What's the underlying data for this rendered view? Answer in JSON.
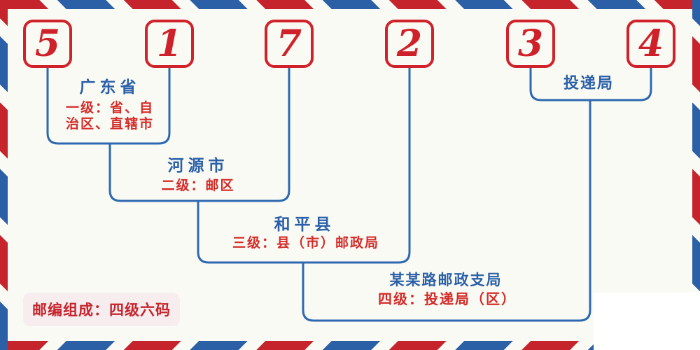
{
  "postal_code": {
    "digits": [
      "5",
      "1",
      "7",
      "2",
      "3",
      "4"
    ]
  },
  "levels": [
    {
      "place": "广东省",
      "desc_line1": "一级：省、自",
      "desc_line2": "治区、直辖市",
      "desc_full": "一级：省、自治区、直辖市"
    },
    {
      "place": "河源市",
      "desc": "二级：邮区"
    },
    {
      "place": "和平县",
      "desc": "三级：县（市）邮政局"
    },
    {
      "place": "某某路邮政支局",
      "desc": "四级：投递局（区）"
    },
    {
      "place": "投递局"
    }
  ],
  "badge": {
    "text": "邮编组成：四级六码"
  },
  "colors": {
    "background": "#fafaf4",
    "stripe_red": "#c5242c",
    "stripe_blue": "#2b5fa6",
    "digit_red": "#cf2129",
    "digit_border_red": "#d0222a",
    "connector_blue": "#2d68b0",
    "label_blue": "#2a60a8",
    "label_red": "#d32b28",
    "badge_bg": "#f7edef",
    "mask_white": "#ffffff"
  }
}
